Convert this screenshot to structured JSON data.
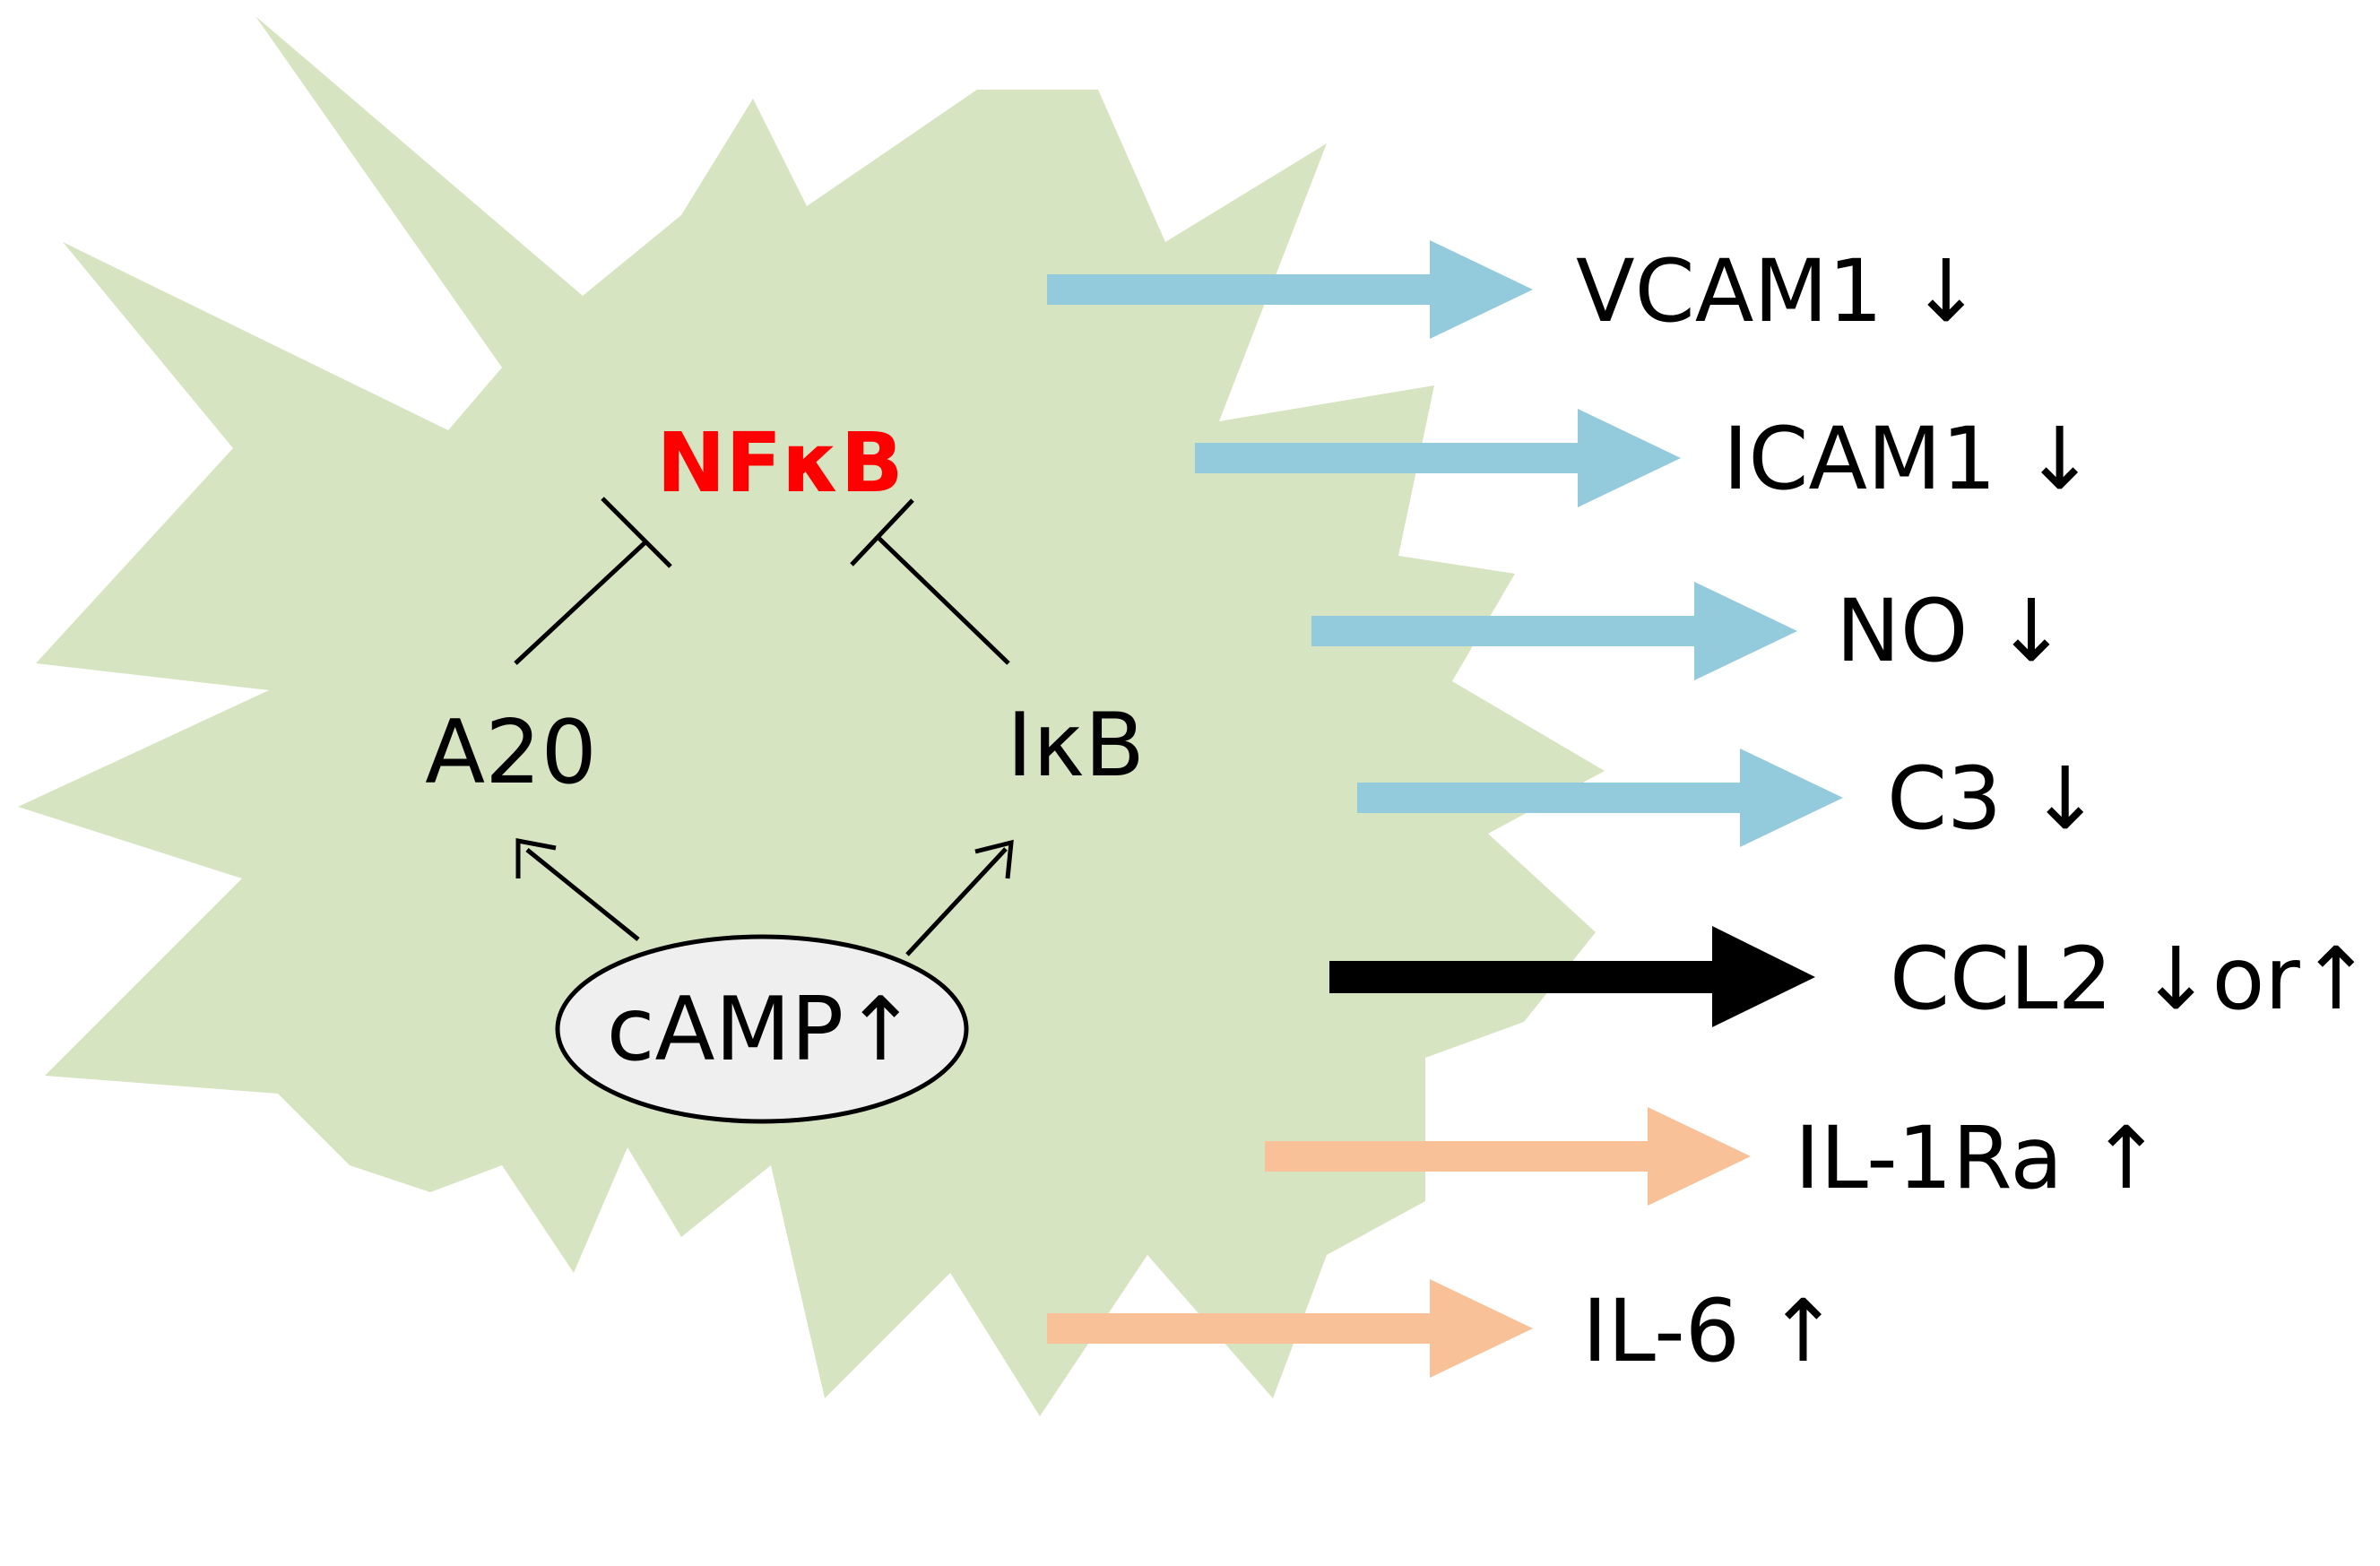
{
  "diagram": {
    "colors": {
      "cell": "#d7e4c1",
      "down_arrow": "#93cbdc",
      "up_arrow": "#f8c198",
      "mixed_arrow": "#000000",
      "nfkb": "#ff0000",
      "camp_fill": "#efefef",
      "line": "#000000"
    },
    "nodes": {
      "nfkb": "NFκB",
      "a20": "A20",
      "ikb": "IκB",
      "camp": "cAMP↑"
    },
    "outputs": [
      {
        "label": "VCAM1 ↓",
        "effect": "down"
      },
      {
        "label": "ICAM1 ↓",
        "effect": "down"
      },
      {
        "label": "NO ↓",
        "effect": "down"
      },
      {
        "label": "C3 ↓",
        "effect": "down"
      },
      {
        "label": "CCL2 ↓or↑",
        "effect": "mixed"
      },
      {
        "label": "IL-1Ra ↑",
        "effect": "up"
      },
      {
        "label": "IL-6 ↑",
        "effect": "up"
      }
    ],
    "icons": {
      "cell_shape": "starburst-cell",
      "inhibition": "t-bar-inhibition-icon",
      "activation": "arrowhead-icon"
    }
  }
}
